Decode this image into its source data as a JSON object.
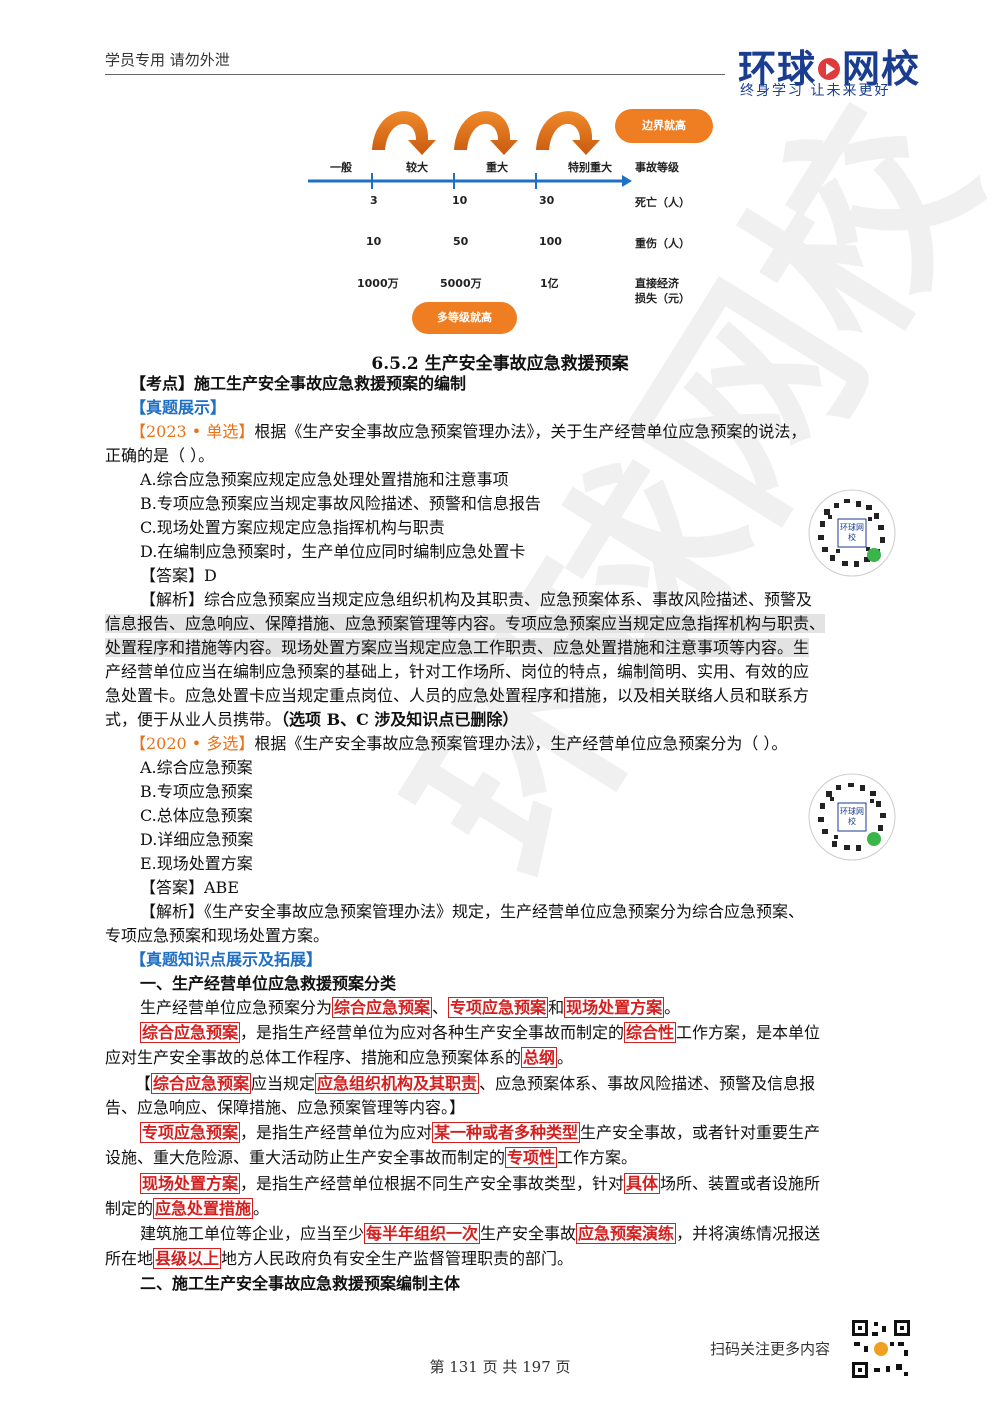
{
  "header": {
    "note": "学员专用 请勿外泄",
    "logo_left": "环球",
    "logo_right": "网校",
    "logo_slogan": "终身学习 让未来更好"
  },
  "diagram": {
    "top_cloud": "边界就高",
    "bottom_cloud": "多等级就高",
    "levels": [
      "一般",
      "较大",
      "重大",
      "特别重大"
    ],
    "axis_label": "事故等级",
    "rows": [
      {
        "values": [
          "3",
          "10",
          "30"
        ],
        "label": "死亡（人）"
      },
      {
        "values": [
          "10",
          "50",
          "100"
        ],
        "label": "重伤（人）"
      },
      {
        "values": [
          "1000万",
          "5000万",
          "1亿"
        ],
        "label_line1": "直接经济",
        "label_line2": "损失（元）"
      }
    ]
  },
  "section_title": "6.5.2 生产安全事故应急救援预案",
  "kaodian": "【考点】施工生产安全事故应急救援预案的编制",
  "zhenti": "【真题展示】",
  "q1": {
    "tag": "【2023 • 单选】",
    "stem1": "根据《生产安全事故应急预案管理办法》，关于生产经营单位应急预案的说法，",
    "stem2": "正确的是（   ）。",
    "options": [
      "A.综合应急预案应规定应急处理处置措施和注意事项",
      "B.专项应急预案应当规定事故风险描述、预警和信息报告",
      "C.现场处置方案应规定应急指挥机构与职责",
      "D.在编制应急预案时，生产单位应同时编制应急处置卡"
    ],
    "answer": "【答案】D",
    "analysis": [
      "【解析】综合应急预案应当规定应急组织机构及其职责、应急预案体系、事故风险描述、预警及",
      "信息报告、应急响应、保障措施、应急预案管理等内容。专项应急预案应当规定应急指挥机构与职责、",
      "处置程序和措施等内容。现场处置方案应当规定应急工作职责、应急处置措施和注意事项等内容。生",
      "产经营单位应当在编制应急预案的基础上，针对工作场所、岗位的特点，编制简明、实用、有效的应",
      "急处置卡。应急处置卡应当规定重点岗位、人员的应急处置程序和措施，以及相关联络人员和联系方"
    ],
    "analysis_last": "式，便于从业人员携带。",
    "analysis_note": "（选项 B、C 涉及知识点已删除）"
  },
  "q2": {
    "tag": "【2020 • 多选】",
    "stem": "根据《生产安全事故应急预案管理办法》，生产经营单位应急预案分为（    ）。",
    "options": [
      "A.综合应急预案",
      "B.专项应急预案",
      "C.总体应急预案",
      "D.详细应急预案",
      "E.现场处置方案"
    ],
    "answer": "【答案】ABE",
    "analysis1": "【解析】《生产安全事故应急预案管理办法》规定，生产经营单位应急预案分为综合应急预案、",
    "analysis2": "专项应急预案和现场处置方案。"
  },
  "knowledge": {
    "header": "【真题知识点展示及拓展】",
    "h1": "一、生产经营单位应急救援预案分类",
    "p1": {
      "a": "生产经营单位应急预案分为",
      "b": "综合应急预案",
      "c": "、",
      "d": "专项应急预案",
      "e": "和",
      "f": "现场处置方案",
      "g": "。"
    },
    "p2": {
      "a": "综合应急预案",
      "b": "，是指生产经营单位为应对各种生产安全事故而制定的",
      "c": "综合性",
      "d": "工作方案，是本单位",
      "e": "应对生产安全事故的总体工作程序、措施和应急预案体系的",
      "f": "总纲",
      "g": "。"
    },
    "p3": {
      "a": "【",
      "b": "综合应急预案",
      "c": "应当规定",
      "d": "应急组织机构及其职责",
      "e": "、应急预案体系、事故风险描述、预警及信息报",
      "f": "告、应急响应、保障措施、应急预案管理等内容。】"
    },
    "p4": {
      "a": "专项应急预案",
      "b": "，是指生产经营单位为应对",
      "c": "某一种或者多种类型",
      "d": "生产安全事故，或者针对重要生产",
      "e": "设施、重大危险源、重大活动防止生产安全事故而制定的",
      "f": "专项性",
      "g": "工作方案。"
    },
    "p5": {
      "a": "现场处置方案",
      "b": "，是指生产经营单位根据不同生产安全事故类型，针对",
      "c": "具体",
      "d": "场所、装置或者设施所",
      "e": "制定的",
      "f": "应急处置措施",
      "g": "。"
    },
    "p6": {
      "a": "建筑施工单位等企业，应当至少",
      "b": "每半年组织一次",
      "c": "生产安全事故",
      "d": "应急预案演练",
      "e": "，并将演练情况报送",
      "f": "所在地",
      "g": "县级以上",
      "h": "地方人民政府负有安全生产监督管理职责的部门。"
    },
    "h2": "二、施工生产安全事故应急救援预案编制主体"
  },
  "qr_label": "环球网校",
  "footer": {
    "scan_text": "扫码关注更多内容",
    "page": "第 131 页 共 197 页"
  },
  "watermark": "环球网校"
}
